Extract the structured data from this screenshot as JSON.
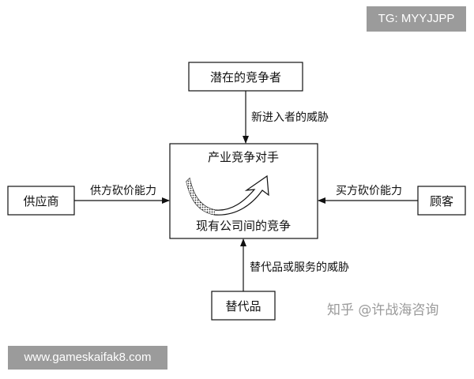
{
  "diagram": {
    "center": {
      "title": "产业竞争对手",
      "subtitle": "现有公司间的竞争"
    },
    "top": {
      "label": "潜在的竞争者",
      "arrow_label": "新进入者的威胁"
    },
    "left": {
      "label": "供应商",
      "arrow_label": "供方砍价能力"
    },
    "right": {
      "label": "顾客",
      "arrow_label": "买方砍价能力"
    },
    "bottom": {
      "label": "替代品",
      "arrow_label": "替代品或服务的威胁"
    }
  },
  "overlays": {
    "top_right_tag": "TG: MYYJJPP",
    "watermark": "知乎 @许战海咨询",
    "bottom_left_tag": "www.gameskaifak8.com"
  }
}
